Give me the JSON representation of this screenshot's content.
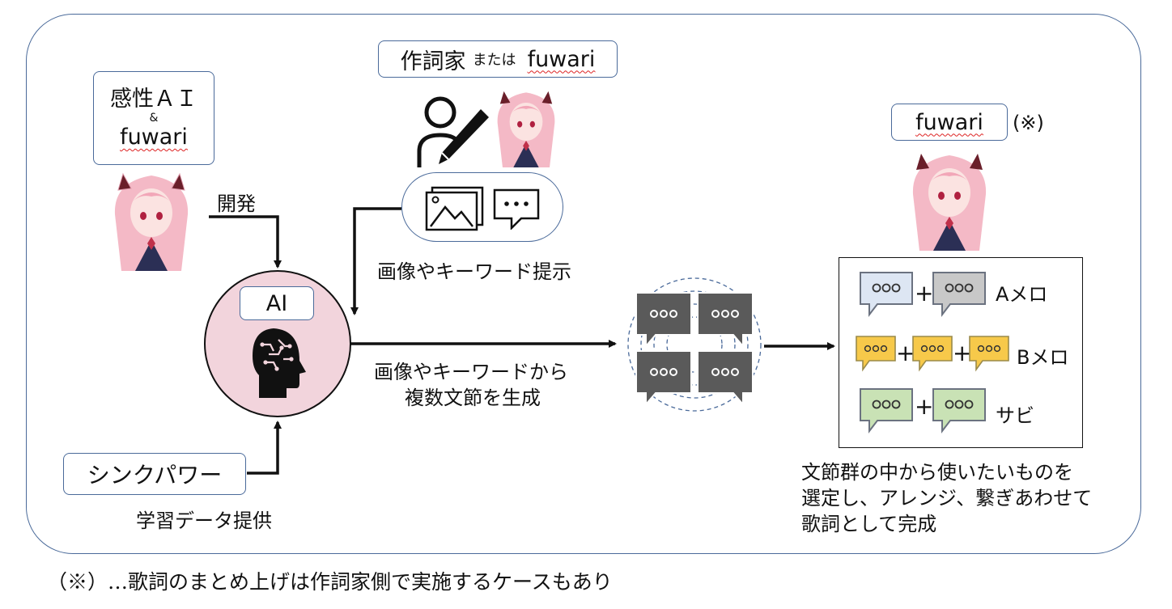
{
  "labels": {
    "kansei_line1": "感性ＡＩ",
    "kansei_amp": "&",
    "kansei_line2": "fuwari",
    "sakushika_main": "作詞家",
    "sakushika_small": "または",
    "sakushika_fuwari": "fuwari",
    "fuwari_right": "fuwari",
    "note_mark": "(※)",
    "kaihatsu": "開発",
    "ai_label": "AI",
    "gazou_teiji": "画像やキーワード提示",
    "generate_line1": "画像やキーワードから",
    "generate_line2": "複数文節を生成",
    "shinkpower": "シンクパワー",
    "gakushu": "学習データ提供",
    "a_melo": "Aメロ",
    "b_melo": "Bメロ",
    "sabi": "サビ",
    "plus": "+",
    "select_line1": "文節群の中から使いたいものを",
    "select_line2": "選定し、アレンジ、繋ぎあわせて",
    "select_line3": "歌詞として完成",
    "footnote": "（※）…歌詞のまとめ上げは作詞家側で実施するケースもあり"
  },
  "colors": {
    "frame": "#4a6a9a",
    "ai_circle_fill": "#f2d4dc",
    "bubble_blue": "#dde6f3",
    "bubble_gray": "#c8c8c8",
    "bubble_yellow": "#f7c94a",
    "bubble_green": "#c9e2b5",
    "bubble_dark": "#5a5a5a",
    "spell_underline": "#dd2222"
  },
  "icons": [
    "anime-character-avatar",
    "writer-pen-icon",
    "image-icon",
    "chat-bubble-icon",
    "brain-head-icon",
    "speech-bubbles-cluster-icon"
  ]
}
